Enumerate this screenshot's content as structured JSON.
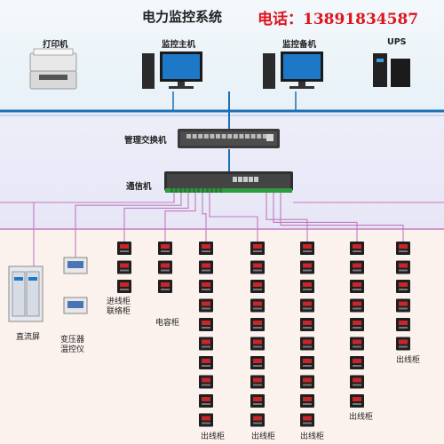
{
  "title": "电力监控系统",
  "phone": "电话：13891834587",
  "devices": {
    "printer": "打印机",
    "host": "监控主机",
    "backup": "监控备机",
    "ups": "UPS",
    "switch": "管理交换机",
    "comm": "通信机"
  },
  "field": {
    "dc_screen": "直流屏",
    "transformer": "变压器\n温控仪",
    "incoming": "进线柜\n联络柜",
    "capacitor": "电容柜",
    "outgoing": "出线柜"
  },
  "colors": {
    "bus_blue": "#1c6fb5",
    "link_purple": "#c17ac0",
    "panel_dark": "#1f1f1f"
  },
  "meter_columns": [
    {
      "count": 3,
      "label_key": "incoming"
    },
    {
      "count": 3,
      "label_key": "capacitor"
    },
    {
      "count": 10,
      "label_key": "outgoing"
    },
    {
      "count": 10,
      "label_key": "outgoing"
    },
    {
      "count": 10,
      "label_key": "outgoing"
    },
    {
      "count": 9,
      "label_key": "outgoing"
    },
    {
      "count": 6,
      "label_key": "outgoing"
    }
  ]
}
